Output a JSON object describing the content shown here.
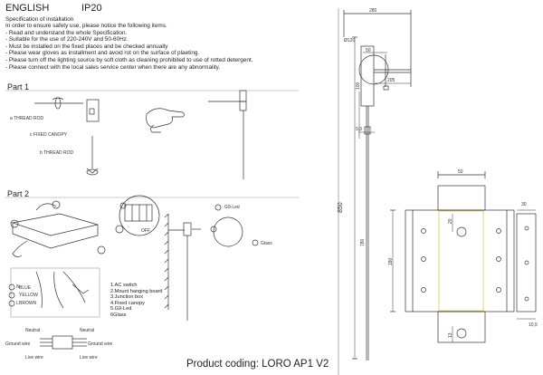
{
  "header": {
    "language": "ENGLISH",
    "ip_rating": "IP20"
  },
  "specification": {
    "title": "Specification of installation",
    "items": [
      "In order to ensure safety use, please notice the following items.",
      "- Read and understand the whole Specification.",
      "- Suitable for the use of 220-240V and 50-60Hz.",
      "- Must be installed on the fixed places and be checked annually",
      "- Please wear gloves as installment and avoid rot on the surface of plaeting.",
      "- Please turn off the lighting source by soft cloth as cleaning prohibited to use of rotted detergent.",
      "- Please connect with the local sales service center when there are any abnormality."
    ]
  },
  "part1": {
    "title": "Part 1",
    "labels": {
      "thread_rod_a": "a THREAD ROD",
      "fixed_canopy": "c FIXED CANOPY",
      "thread_rod_b": "b THREAD ROD"
    }
  },
  "part2": {
    "title": "Part 2",
    "wires": {
      "blue": "BLUE",
      "yellow": "YELLOW",
      "brown": "BROWN",
      "n": "N",
      "l": "L"
    },
    "switch": "OFF",
    "g9": "G9-Led",
    "glass": "Glass",
    "legend": [
      "1.AC switch",
      "2.Mount hanging board",
      "3.Junction box",
      "4.Fixed canopy",
      "5.G9-Led",
      "6Glass"
    ],
    "wiring": {
      "neutral_left": "Neutral",
      "neutral_right": "Neutral",
      "ground_left": "Ground wire",
      "ground_right": "Ground wire",
      "live_left": "Live wire",
      "live_right": "Live wire"
    }
  },
  "dimensions": {
    "d280": "280",
    "d120": "Ø120",
    "d50": "50",
    "d205": "205",
    "d100": "100",
    "d93": "9,3",
    "d850": "850",
    "d780": "780",
    "plate_w": "50",
    "plate_side": "30",
    "d20": "20",
    "d180": "180",
    "d13": "13",
    "d105": "10,5"
  },
  "footer": {
    "product_coding": "Product coding: LORO AP1 V2"
  }
}
